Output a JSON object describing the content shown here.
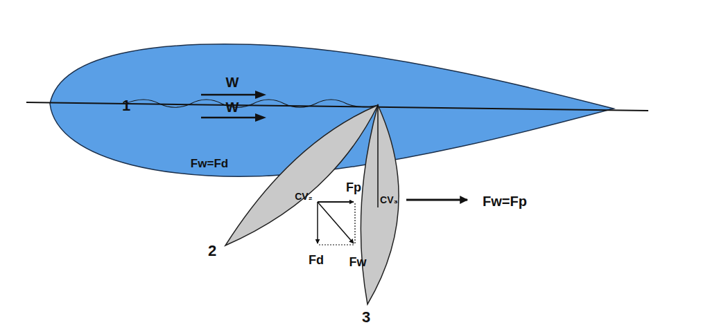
{
  "diagram": {
    "nodes": [
      {
        "text": [
          "1",
          "W",
          "W",
          "Fw=Fd"
        ]
      },
      {
        "text": [
          "CV₂"
        ]
      },
      {
        "text": [
          "CV₃"
        ]
      }
    ],
    "labels": [
      "Fp",
      "Fd",
      "Fw",
      "2",
      "3",
      "Fw=Fp"
    ]
  }
}
